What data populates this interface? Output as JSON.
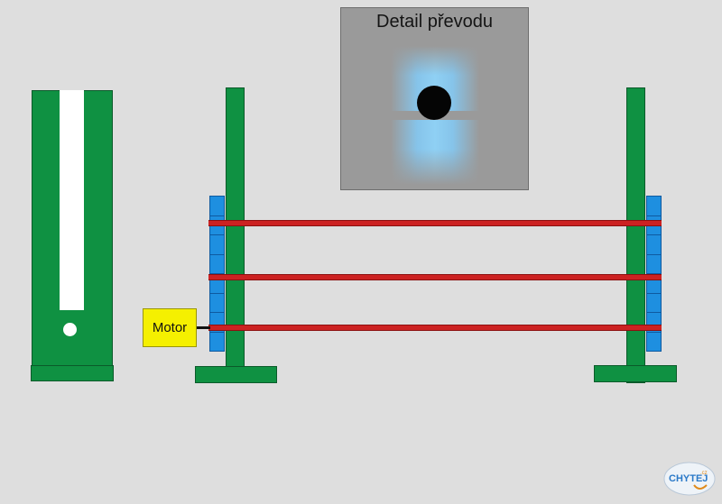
{
  "detail": {
    "title": "Detail převodu"
  },
  "motor": {
    "label": "Motor"
  },
  "logo": {
    "text": "CHYTEJ.cz"
  },
  "colors": {
    "background": "#dedede",
    "frame_green": "#0f9142",
    "rod_red": "#cc2222",
    "slider_blue": "#1e8fe0",
    "motor_yellow": "#f5f000",
    "detail_grey": "#9a9a9a"
  }
}
